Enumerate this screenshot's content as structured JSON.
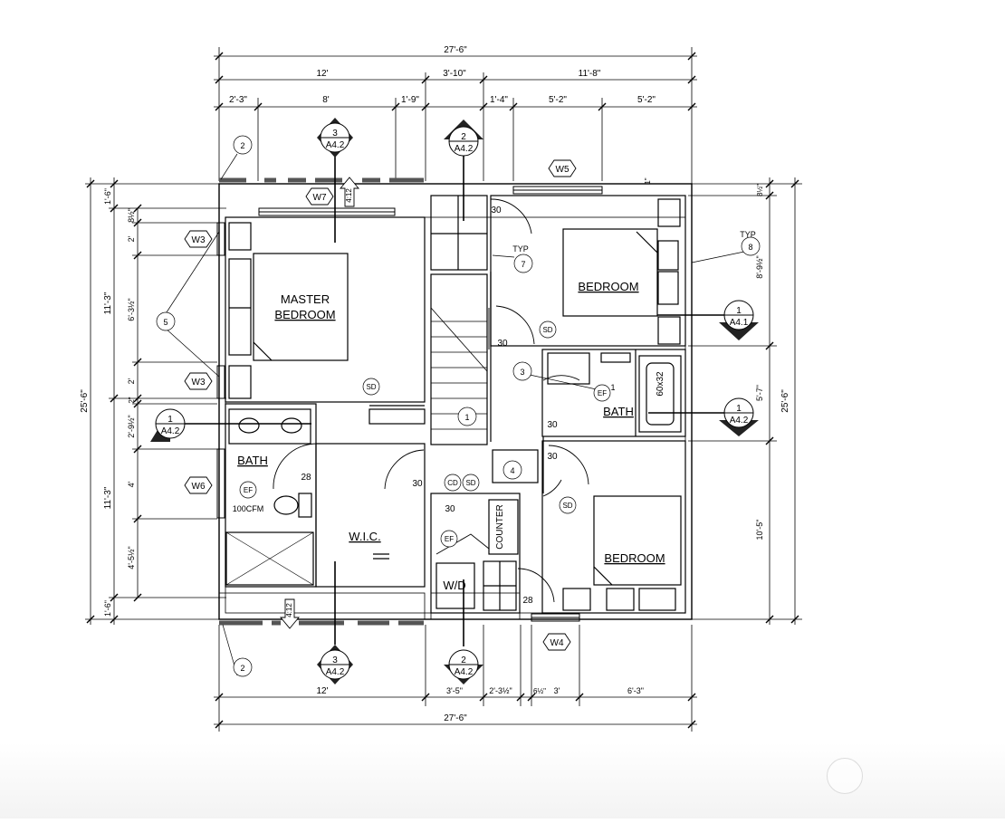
{
  "plan": {
    "dims": {
      "overall_top": "27'-6\"",
      "seg_12": "12'",
      "seg_3_10": "3'-10\"",
      "seg_11_8": "11'-8\"",
      "seg_2_3": "2'-3\"",
      "seg_8": "8'",
      "seg_1_9": "1'-9\"",
      "seg_1_4": "1'-4\"",
      "seg_5_2a": "5'-2\"",
      "seg_5_2b": "5'-2\"",
      "left_overall": "25'-6\"",
      "left_1_6a": "1'-6\"",
      "left_11_3a": "11'-3\"",
      "left_11_3b": "11'-3\"",
      "left_1_6b": "1'-6\"",
      "left_8_5": "8½\"",
      "left_2a": "2'",
      "left_6_3": "6'-3½\"",
      "left_2b": "2'",
      "left_2_9": "2\"",
      "left_2_9_5": "2'-9½\"",
      "left_4": "4'",
      "left_4_5": "4'-5½\"",
      "right_overall": "25'-6\"",
      "right_8_5": "8½\"",
      "right_8_9": "8'-9½\"",
      "right_5_7": "5'-7\"",
      "right_10_5": "10'-5\"",
      "right_tick": "1\"",
      "bot_12": "12'",
      "bot_3_5": "3'-5\"",
      "bot_2_3": "2'-3½\"",
      "bot_6_5": "6½\"",
      "bot_3": "3'",
      "bot_6_3": "6'-3\"",
      "overall_bottom": "27'-6\""
    },
    "rooms": {
      "master_1": "MASTER",
      "master_2": "BEDROOM",
      "bedroom_ne": "BEDROOM",
      "bedroom_se": "BEDROOM",
      "bath_left": "BATH",
      "bath_right": "BATH",
      "wic": "W.I.C.",
      "wd": "W/D",
      "counter": "COUNTER"
    },
    "windows": {
      "w7": "W7",
      "w5": "W5",
      "w3a": "W3",
      "w3b": "W3",
      "w6": "W6",
      "w4": "W4"
    },
    "sections": {
      "s_top_l_num": "3",
      "s_top_l_ref": "A4.2",
      "s_top_r_num": "2",
      "s_top_r_ref": "A4.2",
      "s_bot_l_num": "3",
      "s_bot_l_ref": "A4.2",
      "s_bot_r_num": "2",
      "s_bot_r_ref": "A4.2",
      "s_left_num": "1",
      "s_left_ref": "A4.2",
      "s_right_up_num": "1",
      "s_right_up_ref": "A4.1",
      "s_right_lo_num": "1",
      "s_right_lo_ref": "A4.2"
    },
    "notes": {
      "k2a": "2",
      "k2b": "2",
      "k5": "5",
      "k7": "7",
      "k8": "8",
      "k3": "3",
      "k1": "1",
      "k4": "4",
      "typ_a": "TYP",
      "typ_b": "TYP",
      "sd1": "SD",
      "sd2": "SD",
      "sd3": "SD",
      "sd4": "SD",
      "cd": "CD",
      "ef1": "EF",
      "ef2": "EF",
      "ef3": "EF",
      "ef_rating": "100CFM",
      "tub": "60x32",
      "d30a": "30",
      "d30b": "30",
      "d30c": "30",
      "d30d": "30",
      "d30e": "30",
      "d30f": "30",
      "d28a": "28",
      "d28b": "28",
      "slope_top": "4:12",
      "slope_bot": "4:12",
      "bath_num": "1"
    }
  }
}
